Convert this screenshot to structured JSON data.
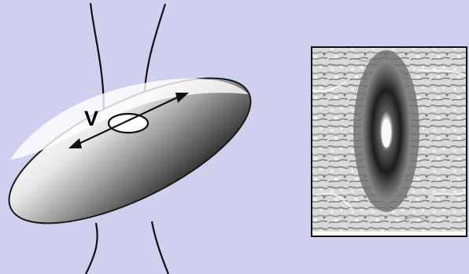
{
  "diagram": {
    "velocity_label": "V",
    "colors": {
      "background": "#cfcfee",
      "outline": "#111111",
      "disk_light": "#f6f6f6",
      "disk_dark": "#2f2f2f",
      "image_bright": "#ffffff",
      "image_dark": "#151515"
    },
    "icons": {
      "velocity_arrow": "double-headed-arrow",
      "fluid_boundary": "funnel-lines"
    }
  }
}
